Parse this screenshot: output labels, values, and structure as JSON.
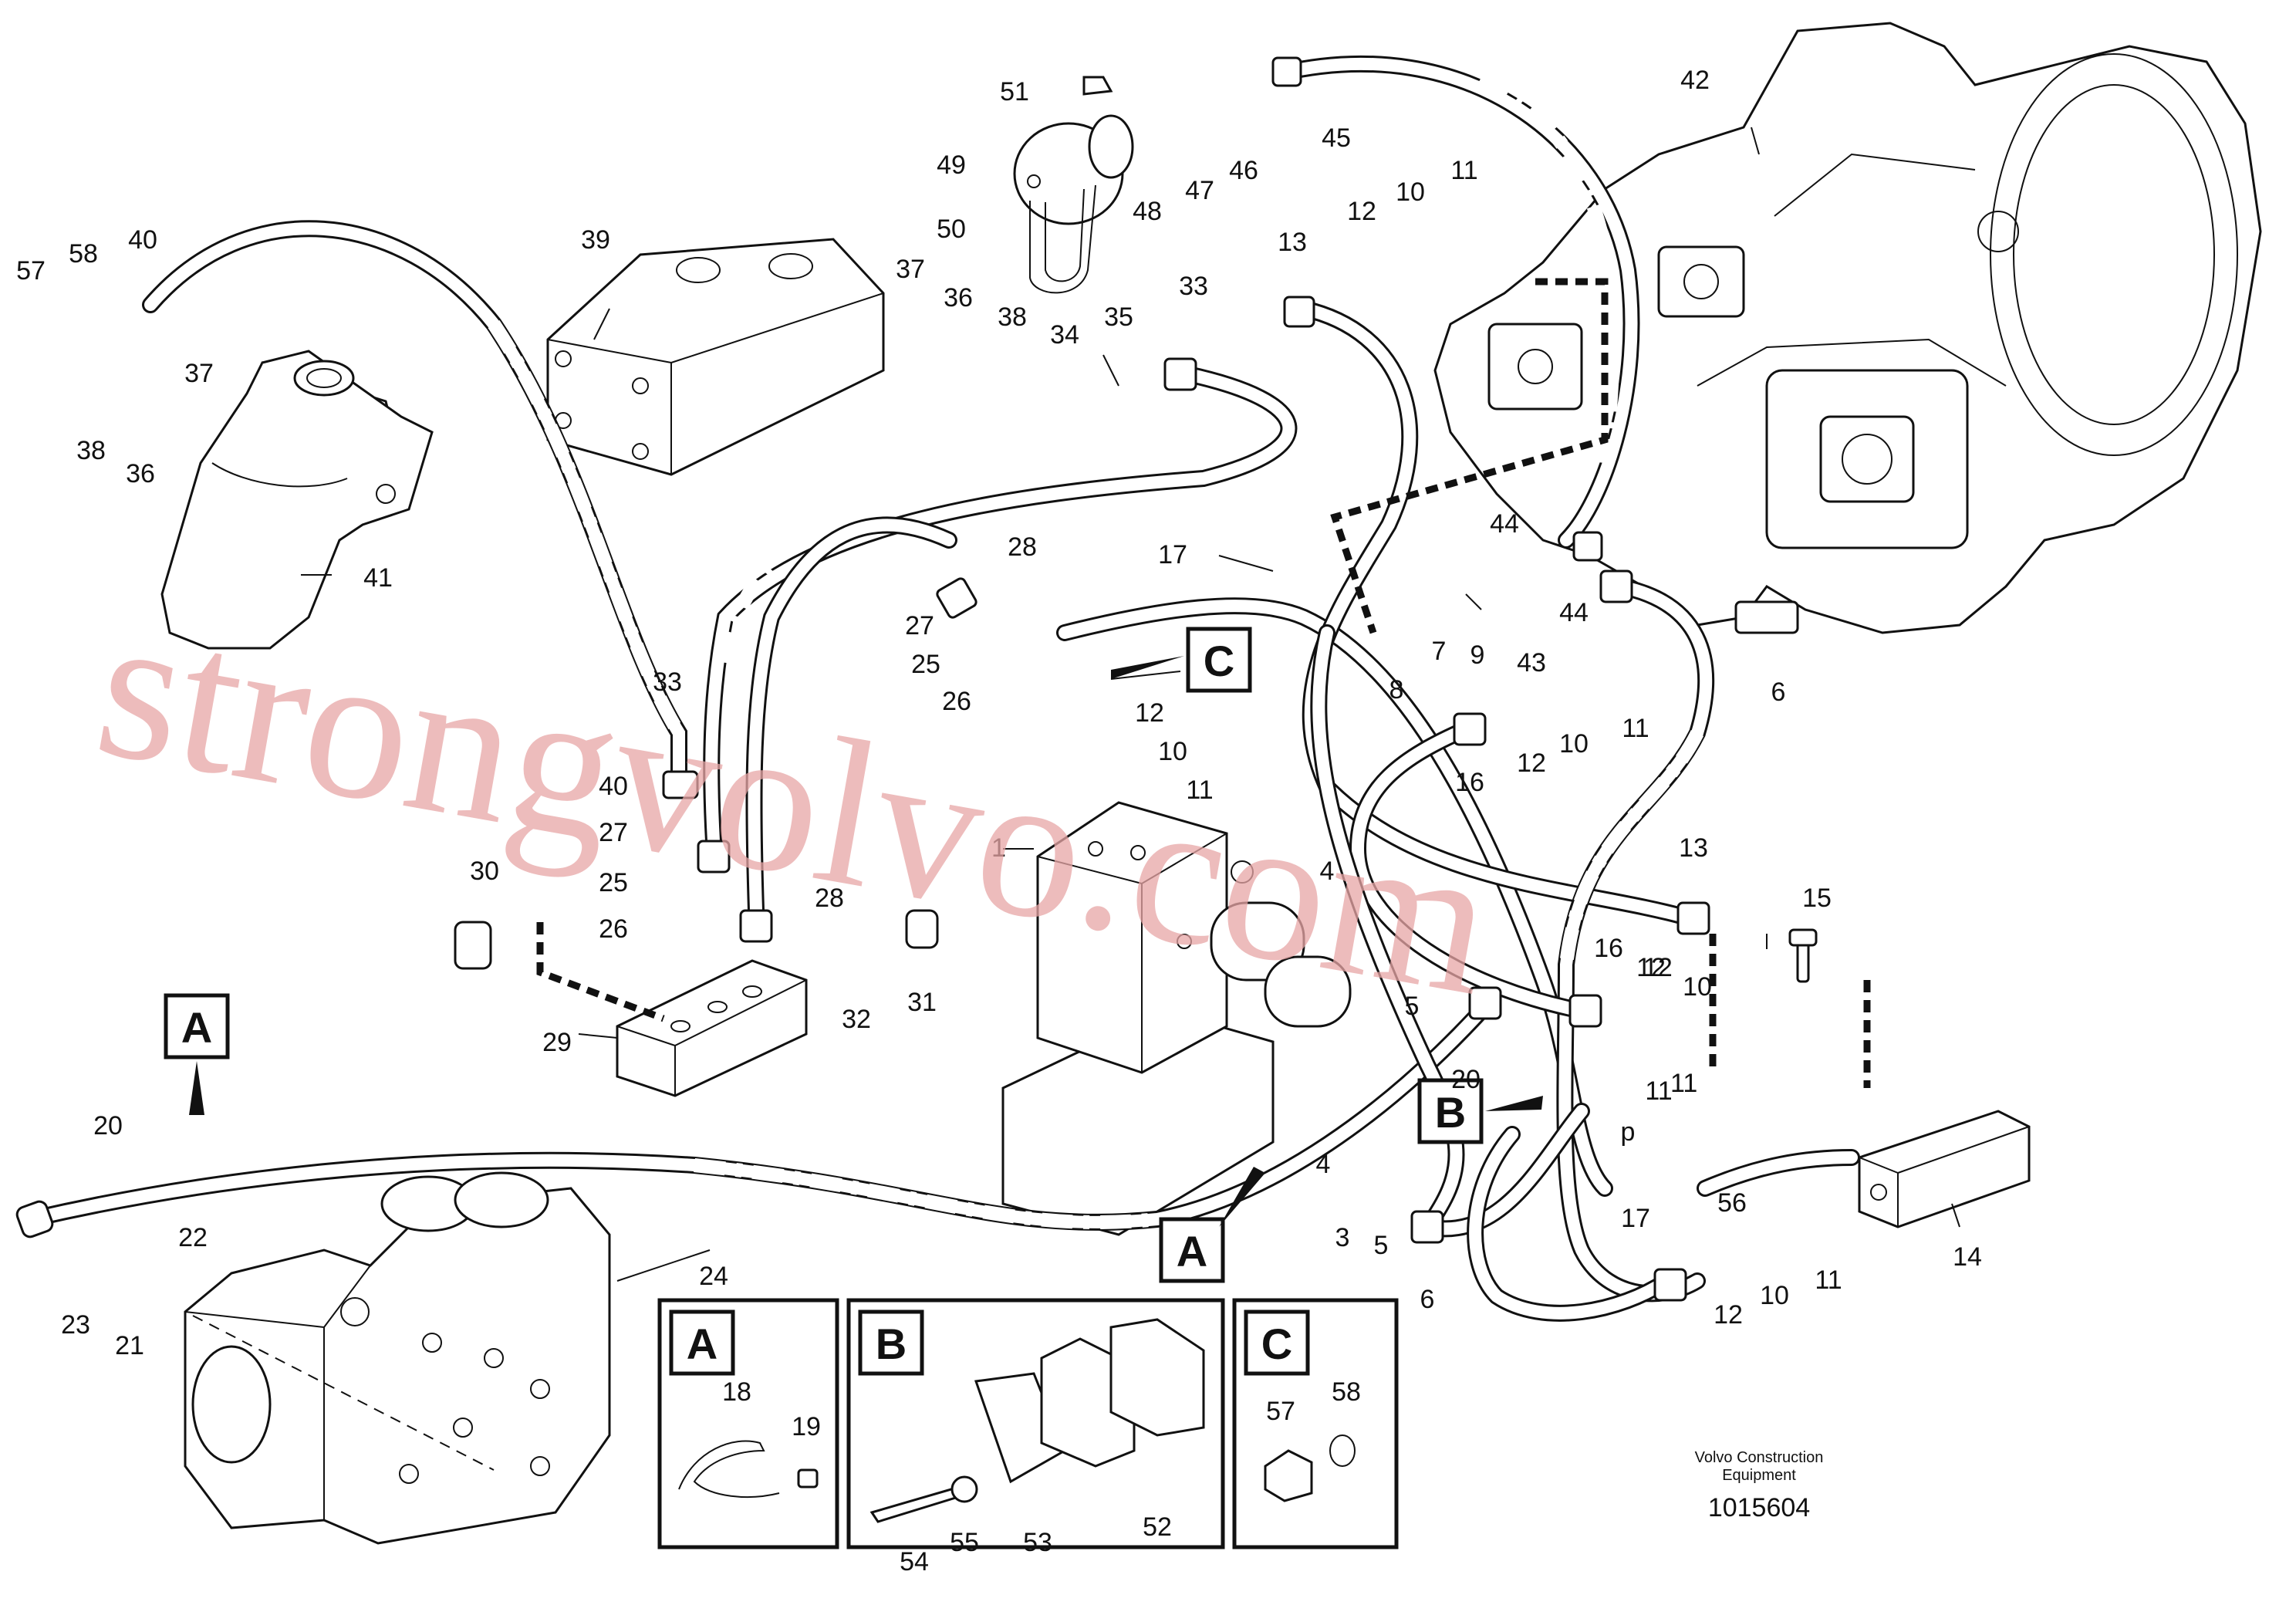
{
  "diagram": {
    "caption_line1": "Volvo Construction",
    "caption_line2": "Equipment",
    "document_number": "1015604",
    "watermark": "strongvolvo.com",
    "p_label": "p",
    "detail_boxes": [
      {
        "letter": "A",
        "items": [
          "18",
          "19"
        ]
      },
      {
        "letter": "B",
        "items": [
          "54",
          "55",
          "53",
          "52"
        ]
      },
      {
        "letter": "C",
        "items": [
          "57",
          "58"
        ]
      }
    ],
    "reference_tags": [
      "A",
      "A",
      "B",
      "C"
    ],
    "callouts": [
      "1",
      "3",
      "4",
      "4",
      "5",
      "5",
      "6",
      "6",
      "7",
      "8",
      "9",
      "10",
      "10",
      "10",
      "10",
      "10",
      "11",
      "11",
      "11",
      "11",
      "11",
      "11",
      "12",
      "12",
      "12",
      "12",
      "12",
      "12",
      "13",
      "13",
      "14",
      "15",
      "16",
      "16",
      "17",
      "17",
      "20",
      "20",
      "21",
      "22",
      "23",
      "24",
      "25",
      "25",
      "26",
      "26",
      "27",
      "27",
      "28",
      "28",
      "29",
      "30",
      "31",
      "32",
      "33",
      "33",
      "34",
      "35",
      "36",
      "36",
      "37",
      "37",
      "38",
      "38",
      "39",
      "40",
      "40",
      "41",
      "42",
      "43",
      "44",
      "44",
      "45",
      "46",
      "47",
      "48",
      "49",
      "50",
      "51",
      "56",
      "57",
      "58"
    ]
  },
  "colors": {
    "line": "#111111",
    "watermark": "#e8a6a6",
    "background": "#ffffff"
  }
}
